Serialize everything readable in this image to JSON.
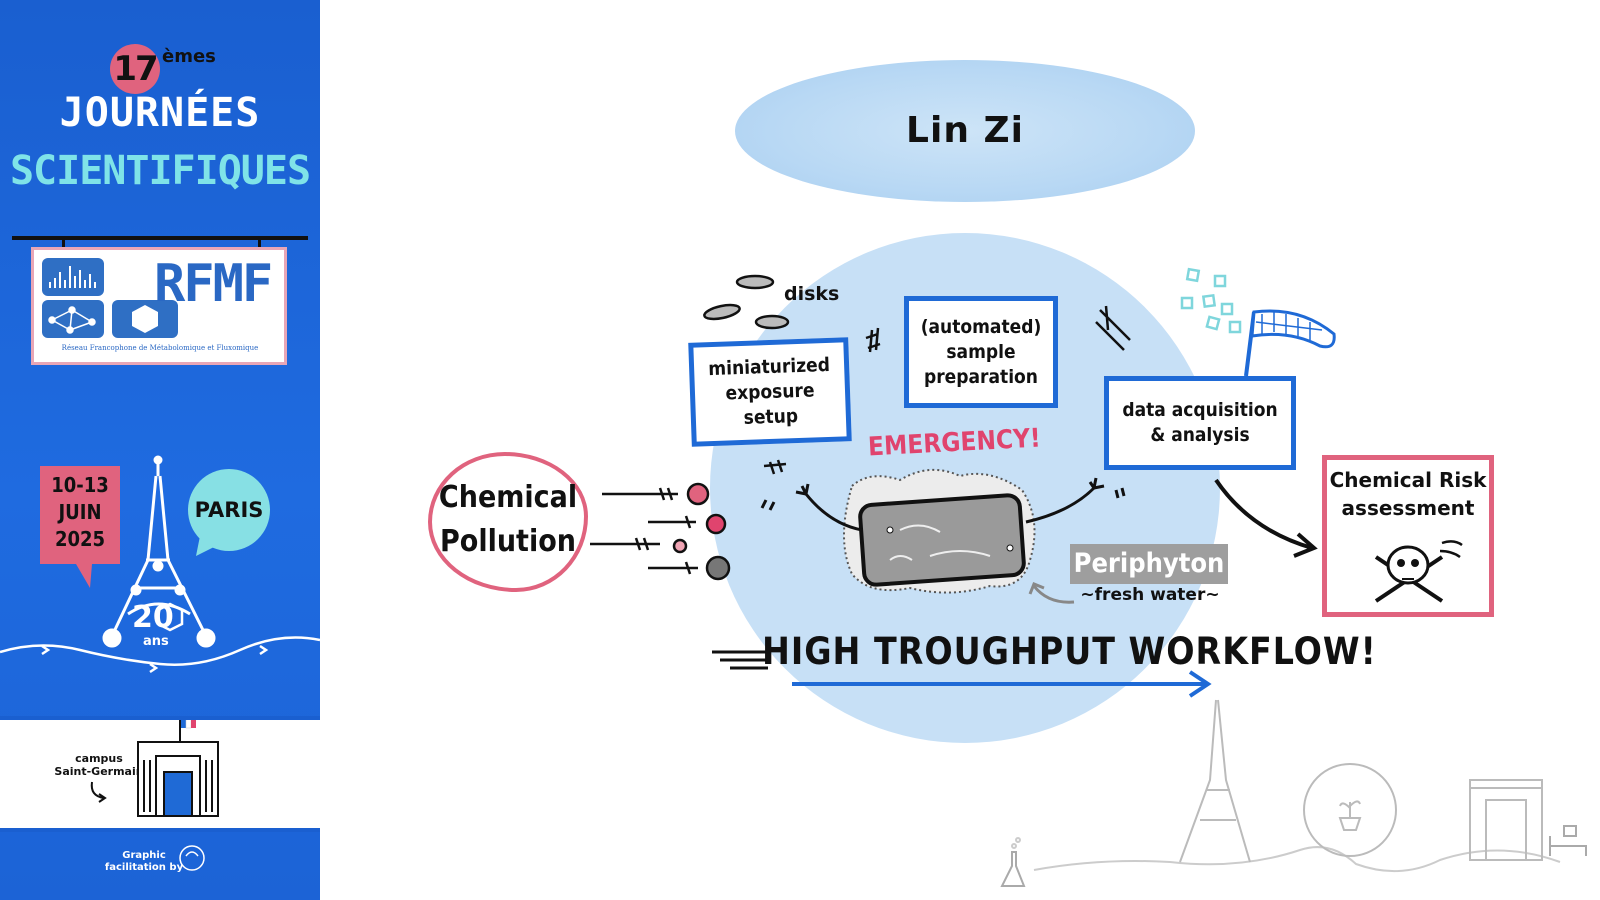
{
  "sidebar": {
    "edition_number": "17",
    "edition_suffix": "èmes",
    "title_line1": "JOURNÉES",
    "title_line2": "SCIENTIFIQUES",
    "logo_text": "RFMF",
    "logo_subtitle": "Réseau Francophone de Métabolomique et Fluxomique",
    "date_lines": [
      "10-13",
      "JUIN",
      "2025"
    ],
    "city": "PARIS",
    "anniversary_number": "20",
    "anniversary_unit": "ans",
    "campus_lines": [
      "campus",
      "Saint-Germain"
    ],
    "credit_lines": [
      "Graphic",
      "facilitation by"
    ]
  },
  "main": {
    "speaker": "Lin Zi",
    "disks_label": "disks",
    "box1": [
      "miniaturized",
      "exposure",
      "setup"
    ],
    "box2": [
      "(automated)",
      "sample",
      "preparation"
    ],
    "box3": [
      "data acquisition",
      "& analysis"
    ],
    "risk": [
      "Chemical Risk",
      "assessment"
    ],
    "pollution": [
      "Chemical",
      "Pollution"
    ],
    "emergency": "EMERGENCY!",
    "periphyton": "Periphyton",
    "fresh_water": "~fresh water~",
    "workflow": "HIGH TROUGHPUT WORKFLOW!"
  },
  "colors": {
    "sidebar_blue": "#1c63d6",
    "pink": "#e0637e",
    "cyan": "#87e0e4",
    "box_blue": "#1f6ad6",
    "light_blue": "#c7e0f6",
    "emergency_red": "#e0446e",
    "periphyton_grey": "#9e9e9e"
  },
  "icons": [
    "eiffel-tower-icon",
    "university-building-icon",
    "french-flag-icon",
    "skull-crossbones-icon",
    "flag-net-icon",
    "flask-icon",
    "hospital-bed-icon",
    "plant-icon"
  ]
}
